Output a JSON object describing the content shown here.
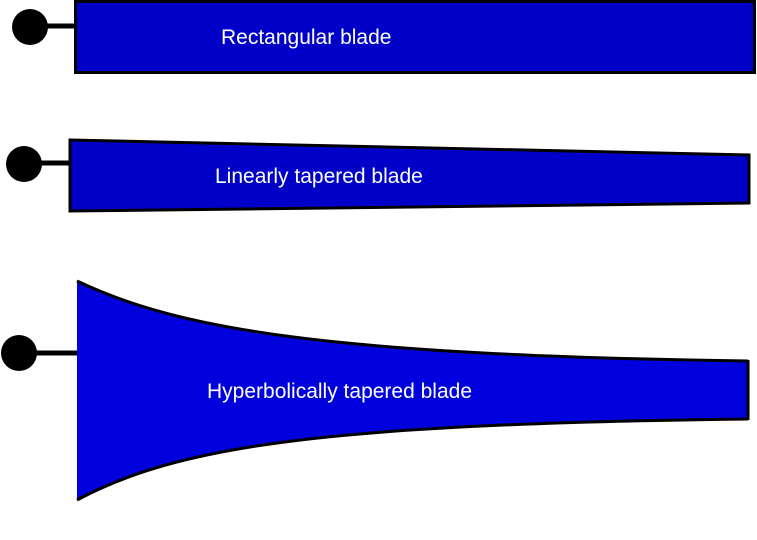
{
  "diagram": {
    "title": "",
    "colors": {
      "blade_fill": "#0000C8",
      "hyperbolic_fill": "#0000DC",
      "outline": "#000000",
      "hub": "#000000",
      "label_text": "#ffffff",
      "background": "#ffffff"
    },
    "blades": [
      {
        "id": "rectangular",
        "label": "Rectangular blade",
        "shape": "rectangle"
      },
      {
        "id": "linear",
        "label": "Linearly tapered blade",
        "shape": "linear-taper"
      },
      {
        "id": "hyperbolic",
        "label": "Hyperbolically tapered blade",
        "shape": "hyperbolic-taper"
      }
    ]
  }
}
